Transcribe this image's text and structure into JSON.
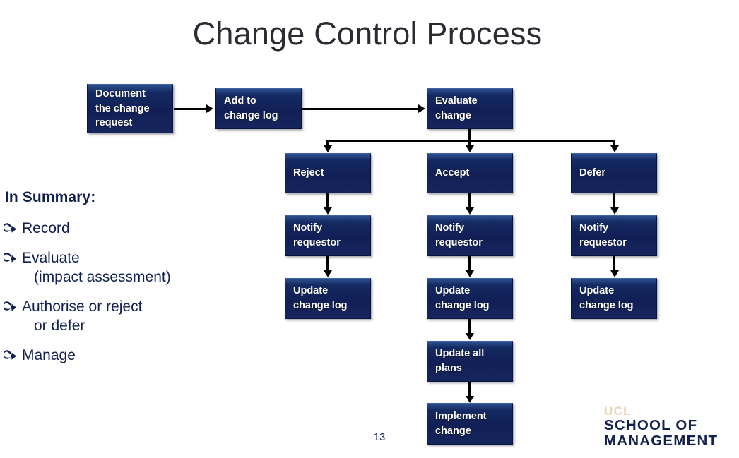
{
  "slide": {
    "title": "Change Control Process",
    "page_number": "13",
    "background_color": "#ffffff",
    "node_color": "#11205c",
    "text_color": "#11204f"
  },
  "flowchart": {
    "nodes": [
      {
        "id": "document-the-change-request",
        "lines": [
          "Document",
          "the change",
          "request"
        ]
      },
      {
        "id": "add-to-change-log",
        "lines": [
          "Add to",
          "change log"
        ]
      },
      {
        "id": "evaluate-change",
        "lines": [
          "Evaluate",
          "change"
        ]
      },
      {
        "id": "reject",
        "lines": [
          "Reject"
        ]
      },
      {
        "id": "accept",
        "lines": [
          "Accept"
        ]
      },
      {
        "id": "defer",
        "lines": [
          "Defer"
        ]
      },
      {
        "id": "reject-notify-requestor",
        "lines": [
          "Notify",
          "requestor"
        ]
      },
      {
        "id": "accept-notify-requestor",
        "lines": [
          "Notify",
          "requestor"
        ]
      },
      {
        "id": "defer-notify-requestor",
        "lines": [
          "Notify",
          "requestor"
        ]
      },
      {
        "id": "reject-update-change-log",
        "lines": [
          "Update",
          "change log"
        ]
      },
      {
        "id": "accept-update-change-log",
        "lines": [
          "Update",
          "change log"
        ]
      },
      {
        "id": "defer-update-change-log",
        "lines": [
          "Update",
          "change log"
        ]
      },
      {
        "id": "update-all-plans",
        "lines": [
          "Update all",
          "plans"
        ]
      },
      {
        "id": "implement-change",
        "lines": [
          "Implement",
          "change"
        ]
      }
    ]
  },
  "summary": {
    "heading": "In Summary:",
    "bullet_glyph": "arrow-bullet",
    "items": [
      {
        "line1": "Record",
        "line2": ""
      },
      {
        "line1": "Evaluate",
        "line2": "(impact assessment)"
      },
      {
        "line1": "Authorise or reject",
        "line2": "or defer"
      },
      {
        "line1": "Manage",
        "line2": ""
      }
    ]
  },
  "logo": {
    "ucl": "UCL",
    "school": "SCHOOL OF",
    "management": "MANAGEMENT",
    "ucl_color": "#e8d3b4",
    "text_color": "#13214f"
  }
}
